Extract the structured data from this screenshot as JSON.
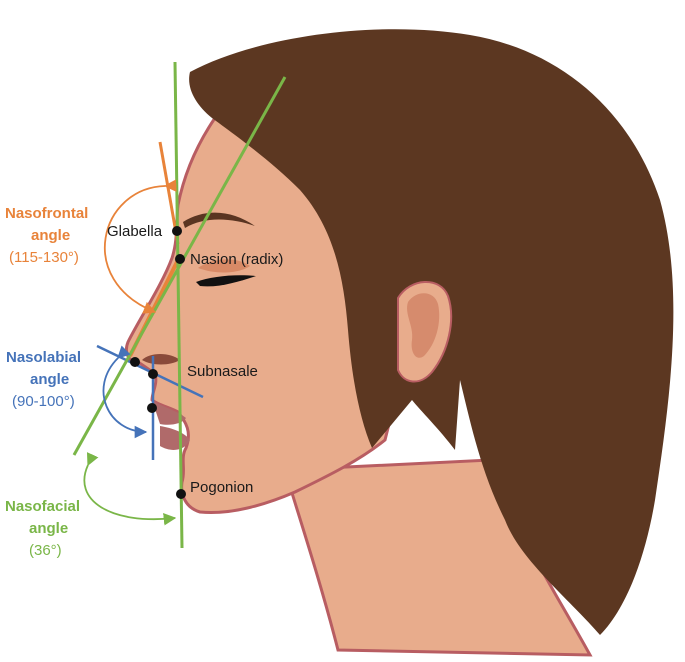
{
  "colors": {
    "hair": "#5c3721",
    "skin": "#e8ac8c",
    "skin_outline": "#b85d62",
    "ear_inner": "#d68b6d",
    "lip": "#b06a6a",
    "brow": "#5a3522",
    "eyelid": "#d88a66",
    "orange": "#e8833a",
    "blue": "#4573b9",
    "green": "#7ab648",
    "point": "#111111"
  },
  "points": {
    "glabella": "Glabella",
    "nasion": "Nasion (radix)",
    "subnasale": "Subnasale",
    "pogonion": "Pogonion"
  },
  "angles": {
    "nasofrontal": {
      "line1": "Nasofrontal",
      "line2": "angle",
      "range": "(115-130°)"
    },
    "nasolabial": {
      "line1": "Nasolabial",
      "line2": "angle",
      "range": "(90-100°)"
    },
    "nasofacial": {
      "line1": "Nasofacial",
      "line2": "angle",
      "range": "(36°)"
    }
  }
}
